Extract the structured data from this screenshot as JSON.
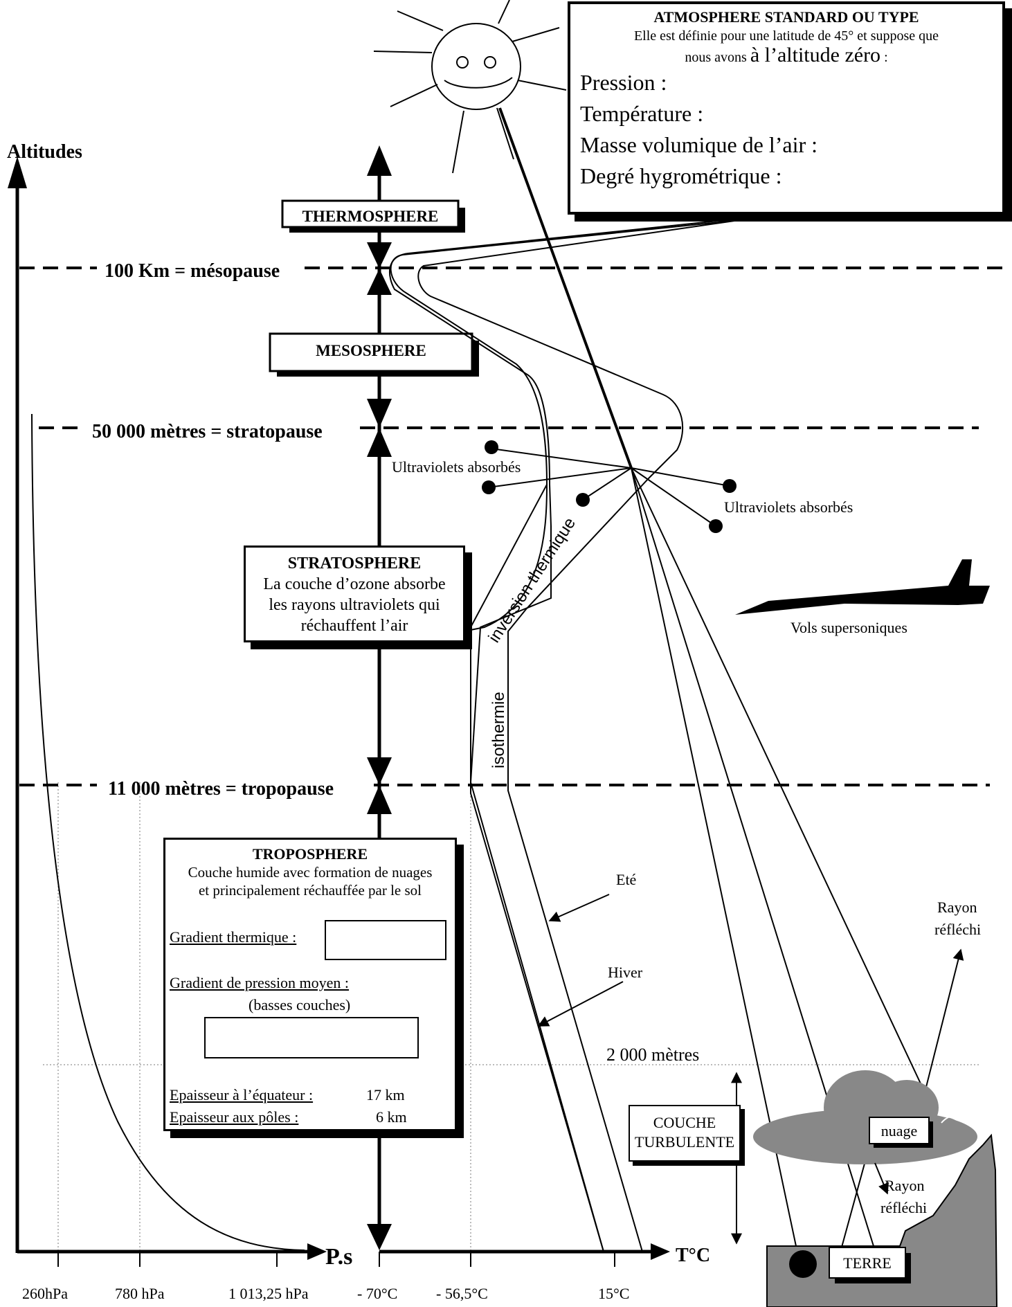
{
  "axes": {
    "altitudes_label": "Altitudes",
    "pressure_axis_label": "P.s",
    "temperature_axis_label": "T°C"
  },
  "pressure_ticks": [
    "260hPa",
    "780 hPa",
    "1 013,25 hPa"
  ],
  "temperature_ticks": [
    "- 70°C",
    "- 56,5°C",
    "15°C"
  ],
  "levels": {
    "mesopause": "100 Km = mésopause",
    "stratopause": "50 000 mètres = stratopause",
    "tropopause": "11 000 mètres = tropopause",
    "two_thousand": "2 000 mètres"
  },
  "layers": {
    "thermosphere": "THERMOSPHERE",
    "mesosphere": "MESOSPHERE",
    "stratosphere_title": "STRATOSPHERE",
    "stratosphere_desc": [
      "La couche d’ozone absorbe",
      "les rayons ultraviolets qui",
      "réchauffent l’air"
    ],
    "troposphere_title": "TROPOSPHERE",
    "troposphere_desc": [
      "Couche humide avec formation de nuages",
      "et principalement réchauffée par le sol"
    ],
    "gradient_thermique": "Gradient thermique :",
    "gradient_pression": "Gradient de pression moyen :",
    "basses_couches": "(basses couches)",
    "epaisseur_equateur_label": "Epaisseur à l’équateur :",
    "epaisseur_equateur_value": "17 km",
    "epaisseur_poles_label": "Epaisseur aux pôles :",
    "epaisseur_poles_value": "6 km"
  },
  "standard_box": {
    "title": "ATMOSPHERE STANDARD OU TYPE",
    "desc_line1": "Elle est définie pour une latitude de 45° et suppose que",
    "desc_line2a": "nous avons ",
    "desc_line2b": "à l’altitude zéro",
    "desc_line2c": " :",
    "fields": [
      "Pression :",
      "Température :",
      "Masse volumique de l’air :",
      "Degré hygrométrique :"
    ]
  },
  "annotations": {
    "uv_left": "Ultraviolets absorbés",
    "uv_right": "Ultraviolets absorbés",
    "inversion": "inversion thermique",
    "isothermie": "isothermie",
    "supersonic": "Vols supersoniques",
    "ete": "Eté",
    "hiver": "Hiver",
    "rayon_top_1": "Rayon",
    "rayon_top_2": "réfléchi",
    "rayon_bot_1": "Rayon",
    "rayon_bot_2": "réfléchi",
    "couche_1": "COUCHE",
    "couche_2": "TURBULENTE",
    "nuage": "nuage",
    "terre": "TERRE"
  },
  "icons": [
    "sun-icon",
    "airplane-icon",
    "cloud-icon"
  ]
}
